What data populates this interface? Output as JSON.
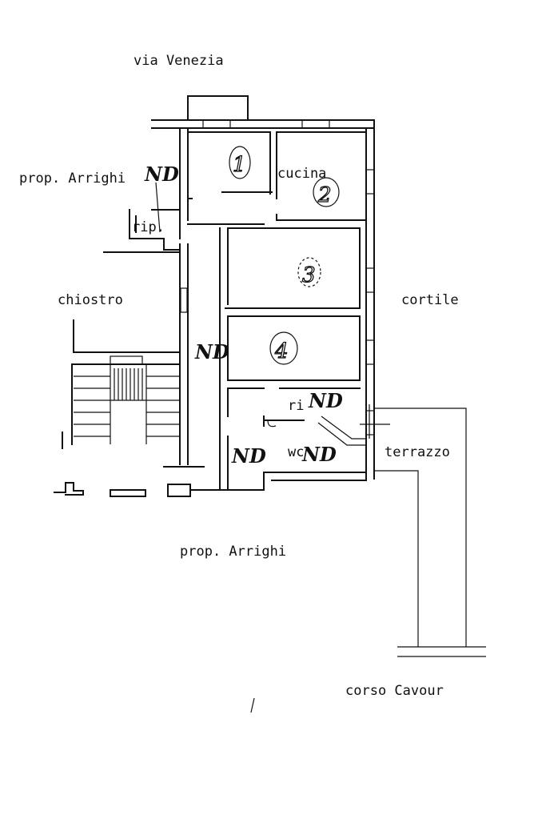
{
  "labels": {
    "street_top": "via Venezia",
    "neighbor_left": "prop. Arrighi",
    "neighbor_bottom": "prop. Arrighi",
    "cloister": "chiostro",
    "courtyard": "cortile",
    "terrace": "terrazzo",
    "street_bottom": "corso Cavour",
    "kitchen": "cucina",
    "storage_top": "rip.",
    "storage_mid": "ri",
    "wc": "wc"
  },
  "annotations": {
    "room_1": "1",
    "room_2": "2",
    "room_3": "3",
    "room_4": "4",
    "mark_nd": "ND"
  }
}
